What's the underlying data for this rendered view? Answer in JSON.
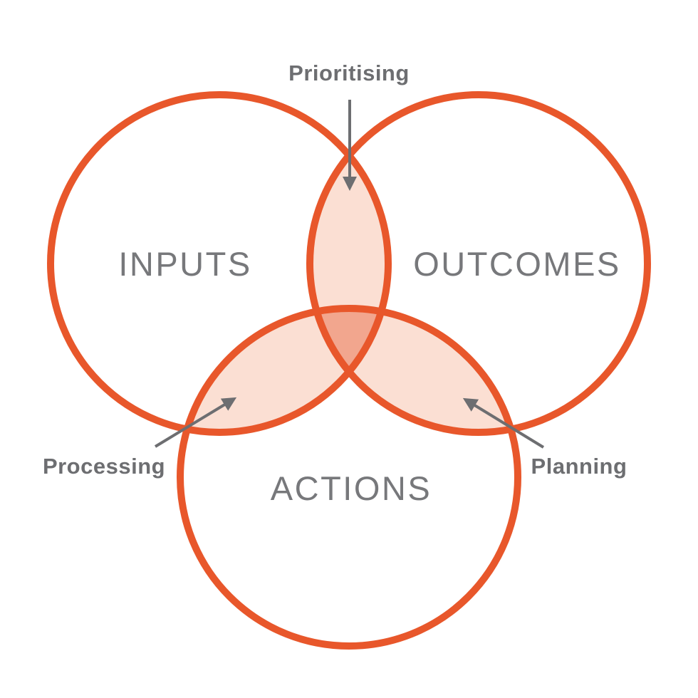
{
  "title": "Inputs Outcomes Actions Venn diagram",
  "colors": {
    "background": "#ffffff",
    "circle_stroke": "#E8572B",
    "pairwise_overlap_fill": "#FBDFD3",
    "triple_overlap_fill": "#F2A68E",
    "circle_label_gray": "#77787B",
    "annotation_gray": "#6D6E71"
  },
  "diagram": {
    "type": "venn",
    "circles": [
      {
        "id": "inputs",
        "label": "INPUTS"
      },
      {
        "id": "outcomes",
        "label": "OUTCOMES"
      },
      {
        "id": "actions",
        "label": "ACTIONS"
      }
    ],
    "overlaps": [
      {
        "id": "prioritising",
        "label": "Prioritising",
        "between": [
          "INPUTS",
          "OUTCOMES"
        ],
        "arrow_direction": "down"
      },
      {
        "id": "processing",
        "label": "Processing",
        "between": [
          "INPUTS",
          "ACTIONS"
        ],
        "arrow_direction": "up-right"
      },
      {
        "id": "planning",
        "label": "Planning",
        "between": [
          "OUTCOMES",
          "ACTIONS"
        ],
        "arrow_direction": "up-left"
      }
    ]
  }
}
